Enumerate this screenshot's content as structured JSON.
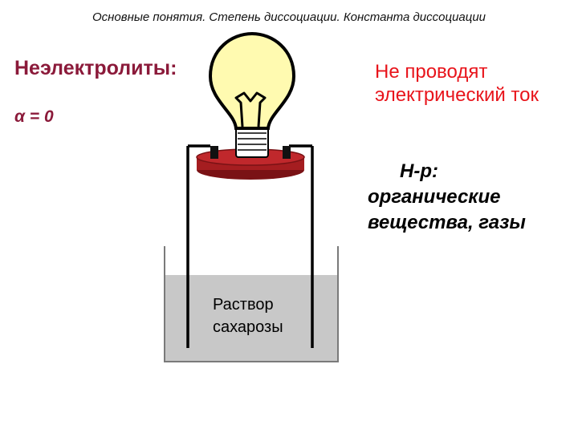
{
  "slide": {
    "header": "Основные понятия. Степень диссоциации. Константа диссоциации",
    "term": "Неэлектролиты:",
    "alpha": "α = 0",
    "property": "Не проводят электрический ток",
    "examples": {
      "lead": "Н-р:",
      "text": "органические вещества, газы"
    },
    "solution_label": "Раствор сахарозы"
  },
  "colors": {
    "term": "#8b1a3a",
    "property": "#e8141b",
    "bulb_glass": "#fffab0",
    "socket": "#a51d20",
    "solution": "#c8c8c8"
  },
  "icons": [
    "light-bulb-icon",
    "electrodes-icon",
    "beaker-icon"
  ]
}
